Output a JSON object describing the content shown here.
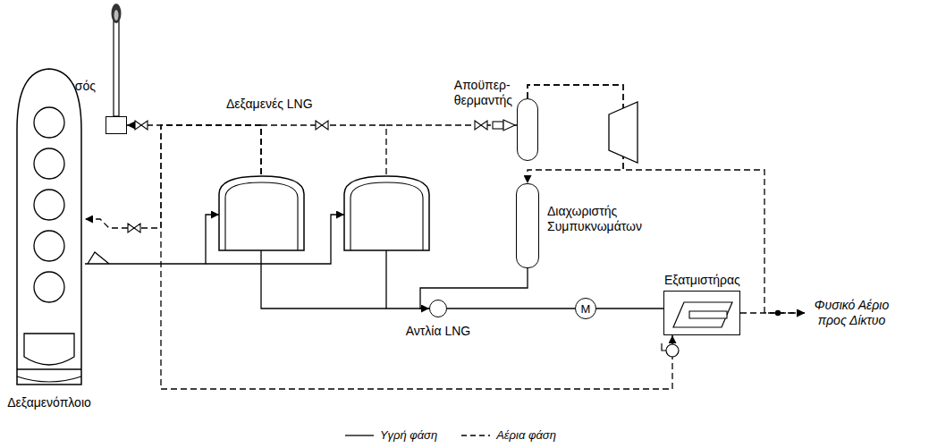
{
  "diagram": {
    "nodes": [
      {
        "text": [
          "Πυρσός"
        ]
      },
      {
        "text": [
          "Δεξαμενόπλοιο"
        ]
      },
      {
        "text": [
          "Δεξαμενές LNG"
        ]
      },
      {
        "text": [
          "Αποϋπερ- θερμαντής"
        ]
      },
      {
        "text": [
          "Διαχωριστής Συμπυκνωμάτων"
        ]
      },
      {
        "text": [
          "Αντλία LNG"
        ]
      },
      {
        "text": [
          "M"
        ]
      },
      {
        "text": [
          "Εξατμιστήρας"
        ]
      },
      {
        "text": [
          "Φυσικό Αέριο προς Δίκτυο"
        ]
      }
    ],
    "edges": [
      {
        "from": 1,
        "to": 2,
        "arrow": "to"
      },
      {
        "from": 2,
        "to": 5,
        "arrow": "none"
      },
      {
        "from": 4,
        "to": 5,
        "arrow": "to"
      },
      {
        "from": 5,
        "to": 6,
        "arrow": "none"
      },
      {
        "from": 6,
        "to": 7,
        "arrow": "none"
      },
      {
        "from": 7,
        "to": 8,
        "arrow": "to"
      },
      {
        "from": 2,
        "to": 3,
        "arrow": "none"
      },
      {
        "from": 2,
        "to": 0,
        "arrow": "to"
      },
      {
        "from": 2,
        "to": 1,
        "arrow": "to"
      },
      {
        "from": 3,
        "to": 4,
        "arrow": "to"
      },
      {
        "from": 3,
        "to": 8,
        "arrow": "to"
      },
      {
        "from": 2,
        "to": 7,
        "arrow": "to"
      }
    ],
    "legend": [
      {
        "text": "Υγρή φάση"
      },
      {
        "text": "Αέρια φάση"
      }
    ]
  }
}
